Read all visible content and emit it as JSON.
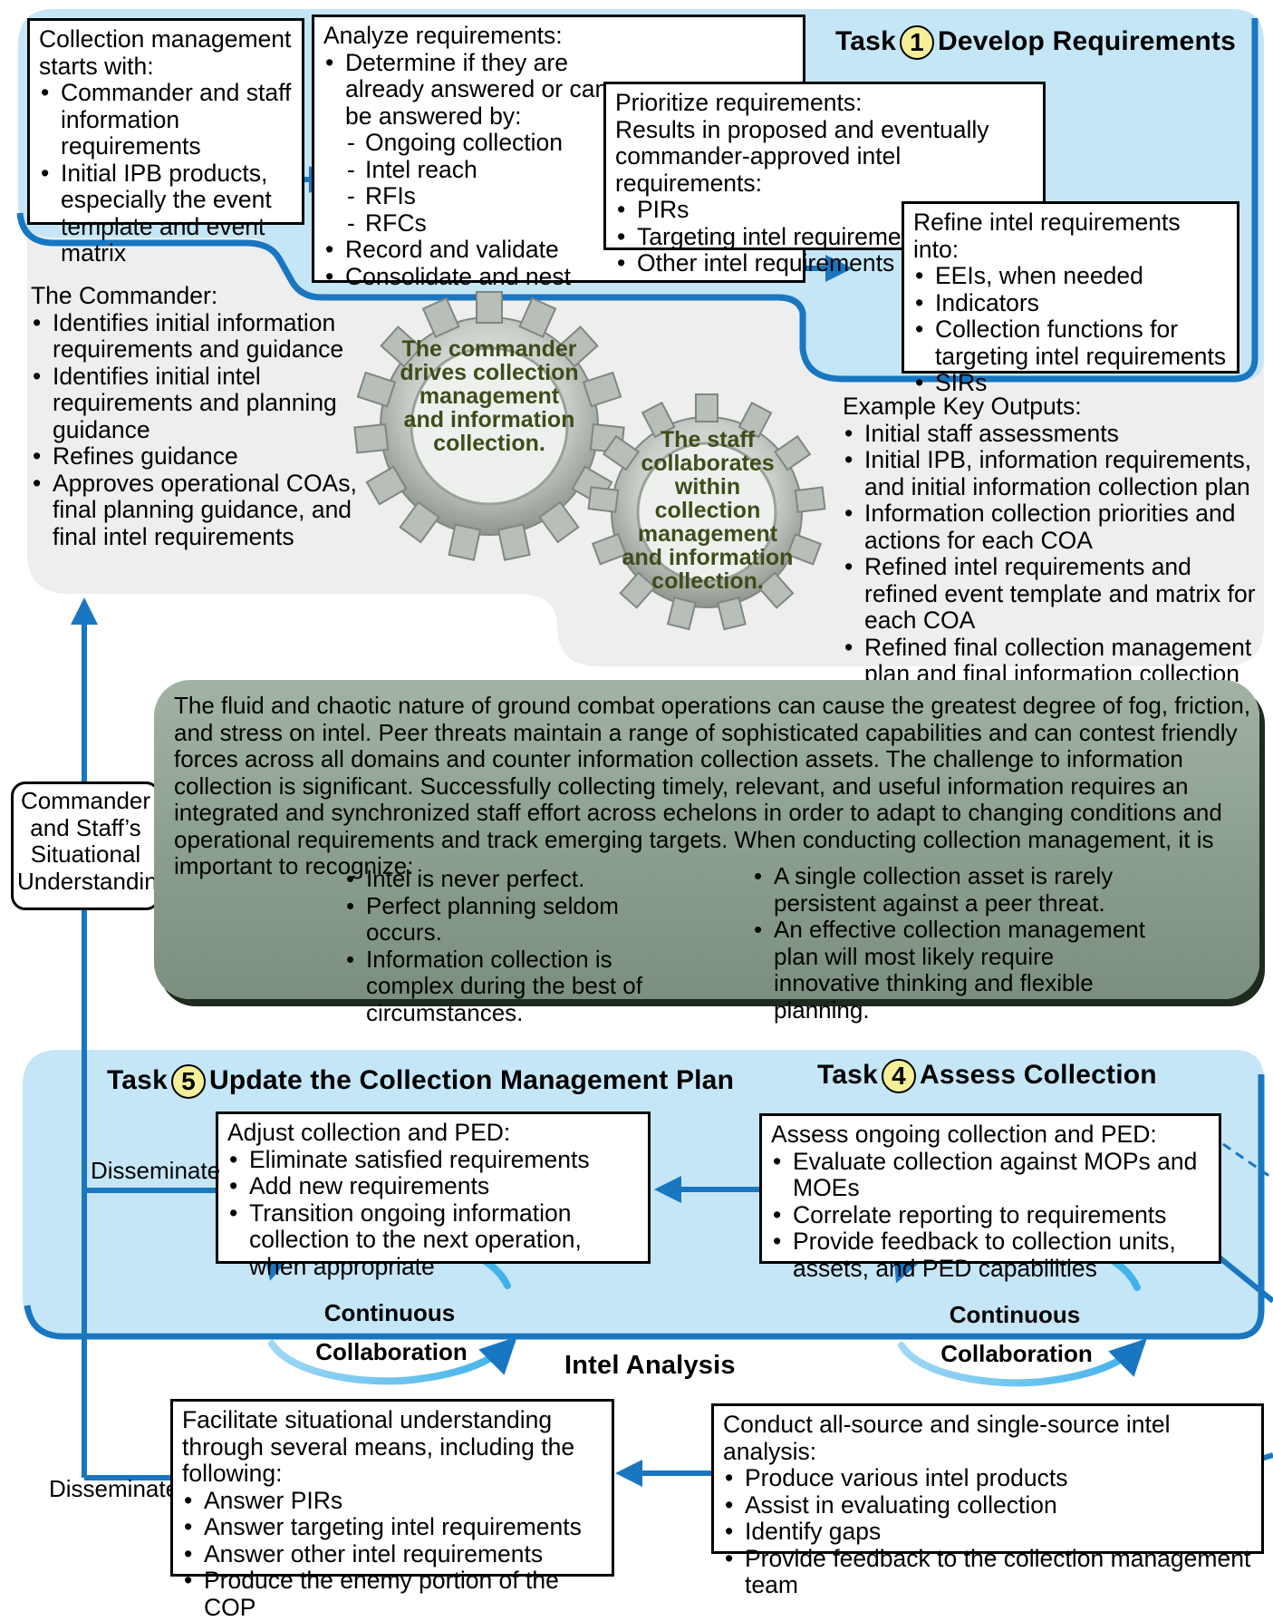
{
  "colors": {
    "task_fill": "#c5e6f6",
    "flow_blue": "#1976c0",
    "analysis_gray": "#eeeeee",
    "gear_text": "#3e4c1a"
  },
  "task1": {
    "title_prefix": "Task",
    "number": "1",
    "title": "Develop Requirements",
    "start_box": {
      "heading": "Collection management starts with:",
      "items": [
        "Commander and staff information requirements",
        "Initial IPB products, especially the event template and event matrix"
      ]
    },
    "analyze_box": {
      "heading": "Analyze requirements:",
      "item1": "Determine if they are already answered or can be answered by:",
      "subitems": [
        "Ongoing collection",
        "Intel reach",
        "RFIs",
        "RFCs"
      ],
      "items_after": [
        "Record and validate",
        "Consolidate and nest"
      ]
    },
    "prioritize_box": {
      "heading": "Prioritize requirements:",
      "text": "Results in proposed and eventually commander-approved intel requirements:",
      "items": [
        "PIRs",
        "Targeting intel requirements",
        "Other intel requirements"
      ]
    },
    "refine_box": {
      "heading": "Refine intel requirements into:",
      "items": [
        "EEIs, when needed",
        "Indicators",
        "Collection functions for targeting intel requirements",
        "SIRs"
      ]
    }
  },
  "commander": {
    "heading": "The Commander:",
    "items": [
      "Identifies initial information requirements and guidance",
      "Identifies initial intel requirements and planning guidance",
      "Refines guidance",
      "Approves operational COAs, final planning guidance, and final intel requirements"
    ]
  },
  "gears": {
    "commander": "The commander drives collection management and information collection.",
    "staff": "The staff collaborates within collection management and information collection."
  },
  "outputs": {
    "heading": "Example Key Outputs:",
    "items": [
      "Initial staff assessments",
      "Initial IPB, information requirements, and initial information collection plan",
      "Information collection priorities and actions for each COA",
      "Refined intel requirements and refined event template and matrix for each COA",
      "Refined final collection management plan and final information collection plan"
    ]
  },
  "situational": "Commander and Staff’s Situational Understanding",
  "challenge": {
    "paragraph": "The fluid and chaotic nature of ground combat operations can cause the greatest degree of fog, friction, and stress on intel. Peer threats maintain a range of sophisticated capabilities and can contest friendly forces across all domains and counter information collection assets. The challenge to information collection is significant. Successfully collecting timely, relevant, and useful information requires an integrated and synchronized staff effort across echelons in order to adapt to changing conditions and operational requirements and track emerging targets. When conducting collection management, it is important to recognize:",
    "left_items": [
      "Intel is never perfect.",
      "Perfect planning seldom occurs.",
      "Information collection is complex during the best of circumstances."
    ],
    "right_items": [
      "A single collection asset is rarely persistent against a peer threat.",
      "An effective collection management plan will most likely require innovative thinking and flexible planning."
    ]
  },
  "task5": {
    "title_prefix": "Task",
    "number": "5",
    "title": "Update the Collection Management Plan",
    "box": {
      "heading": "Adjust collection and PED:",
      "items": [
        "Eliminate satisfied requirements",
        "Add new requirements",
        "Transition ongoing information collection to the next operation, when appropriate"
      ]
    }
  },
  "task4": {
    "title_prefix": "Task",
    "number": "4",
    "title": "Assess Collection",
    "box": {
      "heading": "Assess ongoing collection and PED:",
      "items": [
        "Evaluate collection against MOPs and MOEs",
        "Correlate reporting to requirements",
        "Provide feedback to collection units, assets, and PED capabilities"
      ]
    }
  },
  "cycle": {
    "continuous": "Continuous",
    "collaboration": "Collaboration"
  },
  "disseminate": "Disseminate",
  "intel_analysis": {
    "title": "Intel Analysis",
    "facilitate_box": {
      "heading": "Facilitate situational understanding through several means, including the following:",
      "items": [
        "Answer PIRs",
        "Answer targeting intel requirements",
        "Answer other intel requirements",
        "Produce the enemy portion of the COP"
      ]
    },
    "conduct_box": {
      "heading": "Conduct all-source and single-source intel analysis:",
      "items": [
        "Produce various intel products",
        "Assist in evaluating collection",
        "Identify gaps",
        "Provide feedback to the collection management team"
      ]
    }
  }
}
